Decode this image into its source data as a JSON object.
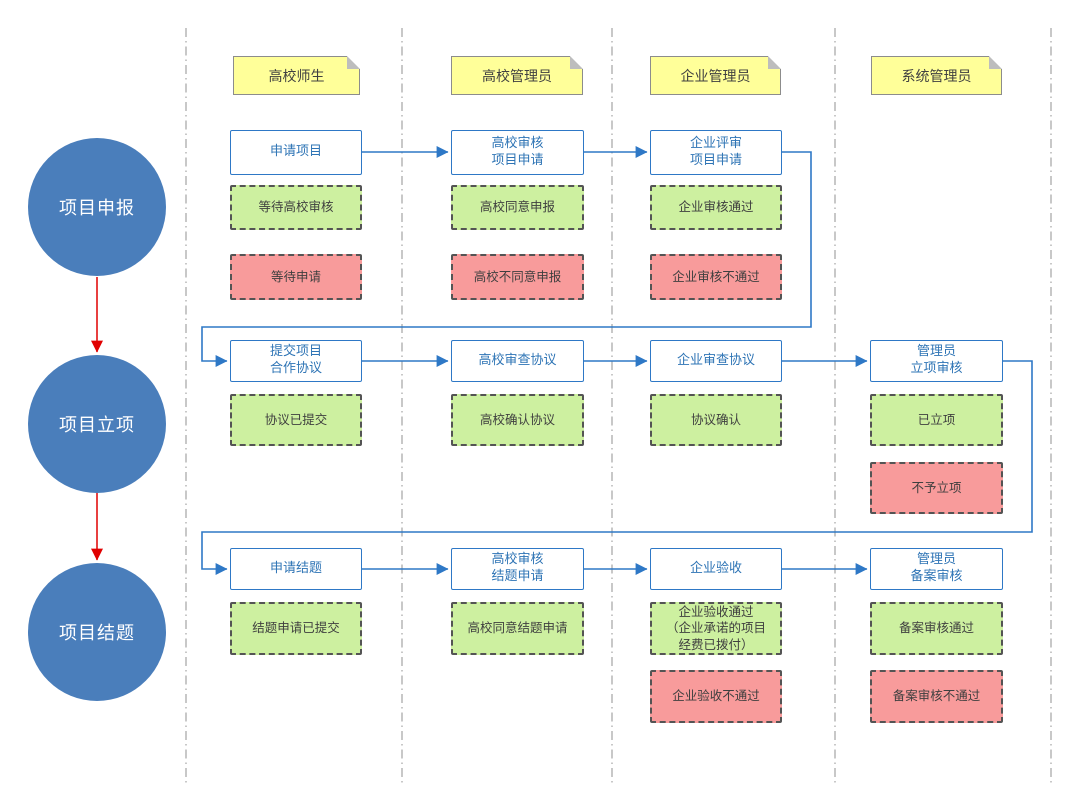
{
  "colors": {
    "phase_fill": "#4a7ebb",
    "phase_text": "#ffffff",
    "phase_arrow": "#e00000",
    "process_border": "#2e78c6",
    "process_text": "#2e74b5",
    "flow_arrow": "#2e78c6",
    "success_fill": "#cdf0a0",
    "fail_fill": "#f89b9b",
    "status_border": "#545454",
    "status_text": "#3f3f3f",
    "note_fill": "#ffff99",
    "note_border": "#8c8c8c",
    "note_text": "#404040",
    "lane_divider": "#a3a3a3"
  },
  "phases": [
    {
      "label": "项目申报"
    },
    {
      "label": "项目立项"
    },
    {
      "label": "项目结题"
    }
  ],
  "lanes": [
    {
      "title": "高校师生",
      "rows": {
        "declare": {
          "process": "申请项目",
          "success": "等待高校审核",
          "fail": "等待申请"
        },
        "initiate": {
          "process": "提交项目\n合作协议",
          "success": "协议已提交"
        },
        "conclude": {
          "process": "申请结题",
          "success": "结题申请已提交"
        }
      }
    },
    {
      "title": "高校管理员",
      "rows": {
        "declare": {
          "process": "高校审核\n项目申请",
          "success": "高校同意申报",
          "fail": "高校不同意申报"
        },
        "initiate": {
          "process": "高校审查协议",
          "success": "高校确认协议"
        },
        "conclude": {
          "process": "高校审核\n结题申请",
          "success": "高校同意结题申请"
        }
      }
    },
    {
      "title": "企业管理员",
      "rows": {
        "declare": {
          "process": "企业评审\n项目申请",
          "success": "企业审核通过",
          "fail": "企业审核不通过"
        },
        "initiate": {
          "process": "企业审查协议",
          "success": "协议确认"
        },
        "conclude": {
          "process": "企业验收",
          "success": "企业验收通过\n（企业承诺的项目\n经费已拨付）",
          "fail": "企业验收不通过"
        }
      }
    },
    {
      "title": "系统管理员",
      "rows": {
        "initiate": {
          "process": "管理员\n立项审核",
          "success": "已立项",
          "fail": "不予立项"
        },
        "conclude": {
          "process": "管理员\n备案审核",
          "success": "备案审核通过",
          "fail": "备案审核不通过"
        }
      }
    }
  ]
}
